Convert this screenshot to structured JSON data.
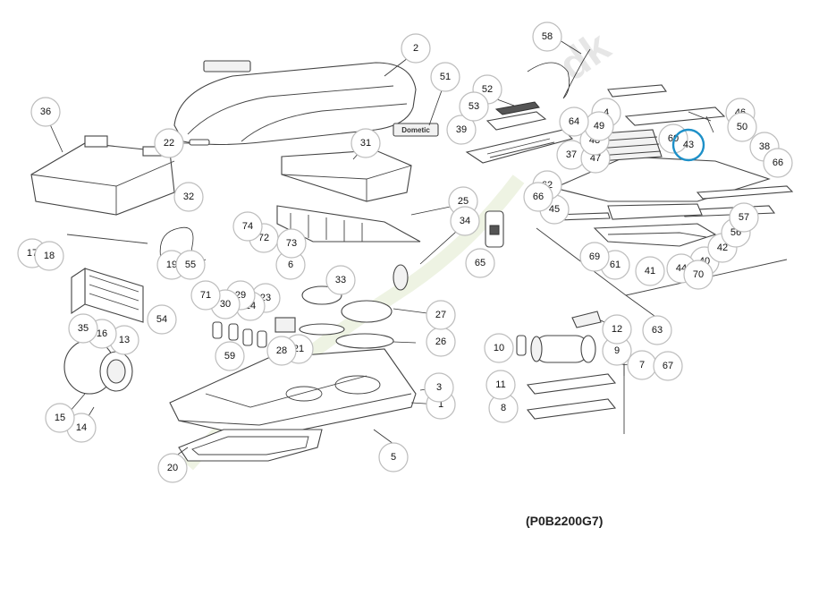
{
  "diagram": {
    "reference_code": "(P0B2200G7)",
    "highlighted_part": "43",
    "watermark_text": "dk",
    "brand_badge_text": "Dometic",
    "colors": {
      "highlight": "#1e90c8",
      "line": "#444444",
      "callout_border": "#bdbdbd"
    },
    "callouts": [
      "1",
      "2",
      "3",
      "4",
      "5",
      "6",
      "7",
      "8",
      "9",
      "10",
      "11",
      "12",
      "13",
      "14",
      "15",
      "16",
      "17",
      "18",
      "19",
      "20",
      "21",
      "22",
      "23",
      "24",
      "25",
      "26",
      "27",
      "28",
      "29",
      "30",
      "31",
      "32",
      "33",
      "34",
      "35",
      "36",
      "37",
      "38",
      "39",
      "40",
      "41",
      "42",
      "43",
      "44",
      "45",
      "46",
      "47",
      "48",
      "49",
      "50",
      "51",
      "52",
      "53",
      "54",
      "55",
      "56",
      "57",
      "58",
      "59",
      "60",
      "61",
      "62",
      "63",
      "64",
      "65",
      "66",
      "66",
      "67",
      "69",
      "70",
      "71",
      "72",
      "73",
      "74"
    ]
  }
}
